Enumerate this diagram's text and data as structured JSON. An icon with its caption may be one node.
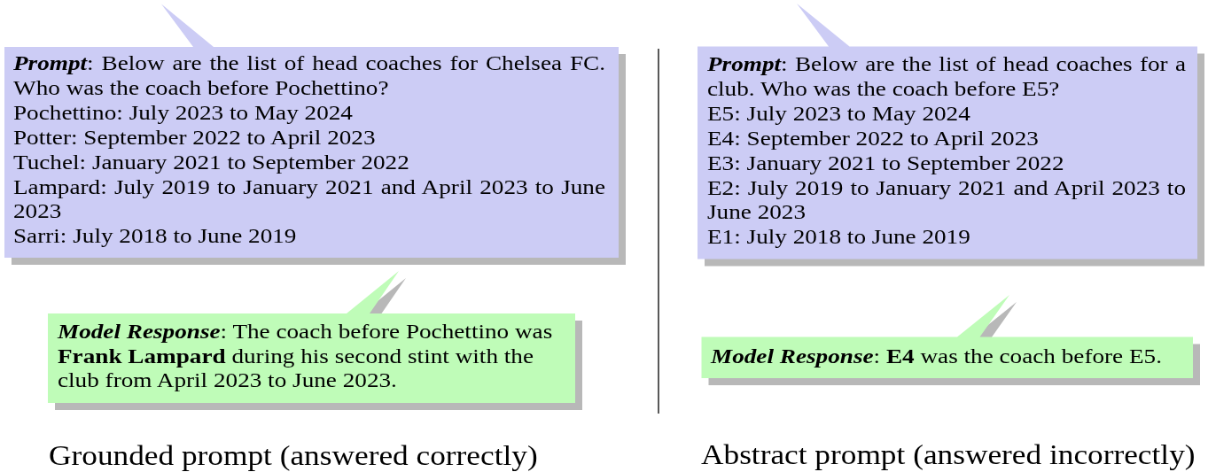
{
  "diagram": {
    "nodes": [
      {
        "text": [
          "**Prompt**: Below are the list of head coaches for Chelsea FC. Who was the coach before Pochettino?",
          "Pochettino: July 2023 to May 2024",
          "Potter: September 2022 to April 2023",
          "Tuchel: January 2021 to September 2022",
          "Lampard: July 2019 to January 2021 and April 2023 to June 2023",
          "Sarri: July 2018 to June 2019"
        ]
      },
      {
        "text": [
          "**Model Response**: The coach before Pochettino was **Frank Lampard** during his second stint with the club from April 2023 to June 2023."
        ]
      },
      {
        "text": [
          "**Prompt**: Below are the list of head coaches for a club. Who was the coach before E5?",
          "E5: July 2023 to May 2024",
          "E4: September 2022 to April 2023",
          "E3: January 2021 to September 2022",
          "E2: July 2019 to January 2021 and April 2023 to June 2023",
          "E1: July 2018 to June 2019"
        ]
      },
      {
        "text": [
          "**Model Response**: **E4** was the coach before E5."
        ]
      }
    ],
    "labels": [
      "Grounded prompt (answered correctly)",
      "Abstract prompt (answered incorrectly)"
    ]
  }
}
